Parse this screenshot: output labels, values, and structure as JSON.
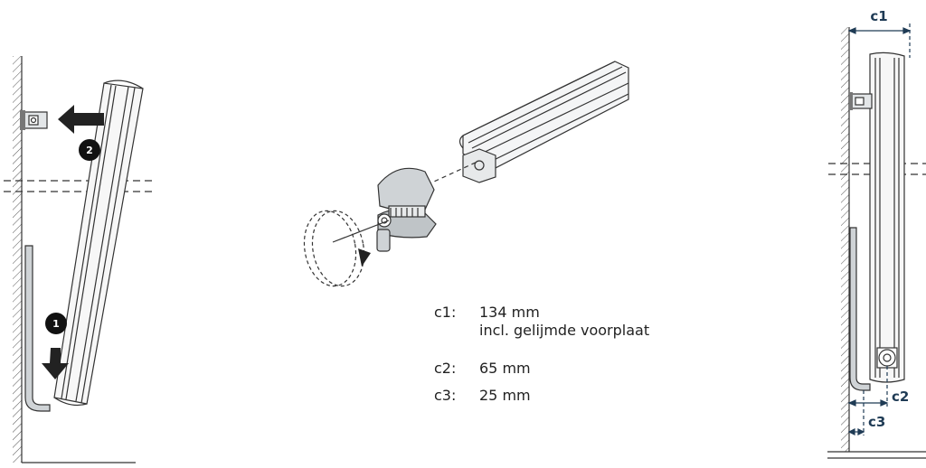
{
  "steps": [
    "1",
    "2"
  ],
  "dimension_labels": {
    "c1": "c1",
    "c2": "c2",
    "c3": "c3"
  },
  "specs": [
    {
      "label": "c1:",
      "value": "134 mm",
      "note": "incl. gelijmde voorplaat"
    },
    {
      "label": "c2:",
      "value": "65 mm"
    },
    {
      "label": "c3:",
      "value": "25 mm"
    }
  ],
  "colors": {
    "line": "#333333",
    "arrow": "#222222",
    "dimension": "#1f3b55",
    "metal": "#cfd3d6"
  }
}
